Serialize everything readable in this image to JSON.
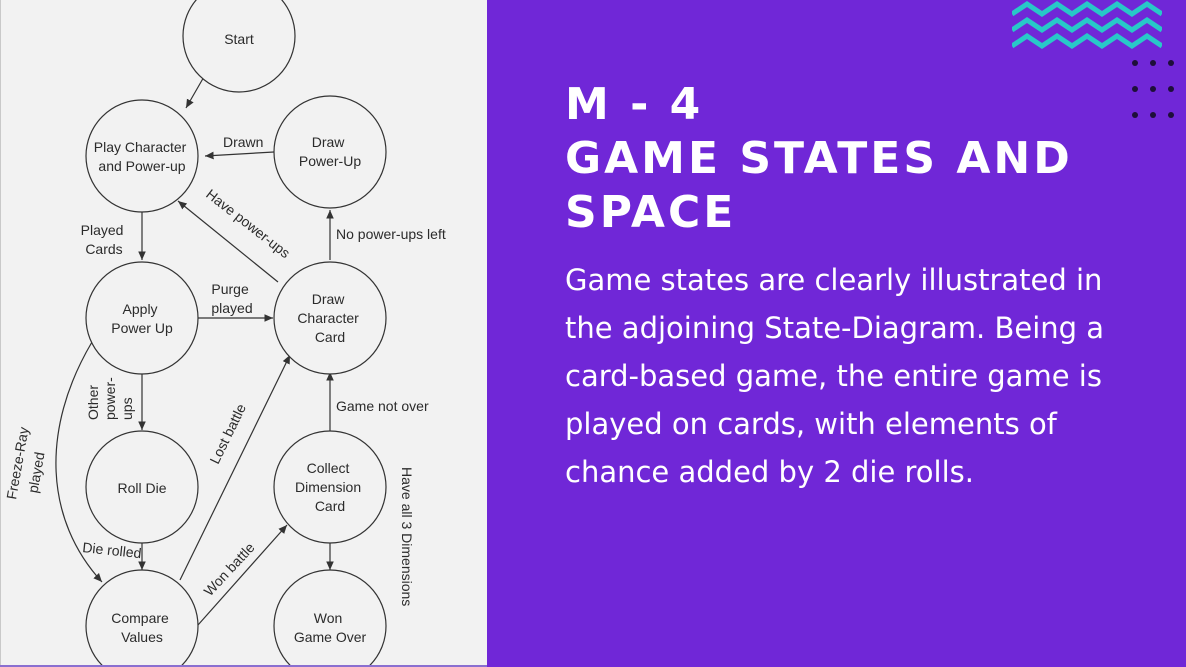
{
  "slide": {
    "title_line1": "M - 4",
    "title_line2": "Game States and Space",
    "body": "Game states are clearly illustrated in the adjoining State-Diagram. Being a card-based game, the entire game is played on cards, with elements of chance added by 2 die rolls."
  },
  "diagram": {
    "nodes": {
      "start": [
        "Start"
      ],
      "play": [
        "Play Character",
        "and Power-up"
      ],
      "draw_powerup": [
        "Draw",
        "Power-Up"
      ],
      "apply": [
        "Apply",
        "Power Up"
      ],
      "draw_char": [
        "Draw",
        "Character",
        "Card"
      ],
      "roll": [
        "Roll Die"
      ],
      "collect": [
        "Collect",
        "Dimension",
        "Card"
      ],
      "compare": [
        "Compare",
        "Values"
      ],
      "won": [
        "Won",
        "Game Over"
      ]
    },
    "edge_labels": {
      "drawn": "Drawn",
      "have_powerups": "Have power-ups",
      "no_powerups_left": "No power-ups left",
      "played_cards": [
        "Played",
        "Cards"
      ],
      "purge_played": [
        "Purge",
        "played"
      ],
      "other_powerups": [
        "Other",
        "power-",
        "ups"
      ],
      "freeze_ray": [
        "Freeze-Ray",
        "played"
      ],
      "lost_battle": "Lost battle",
      "game_not_over": "Game not over",
      "die_rolled": "Die rolled",
      "won_battle": "Won battle",
      "have_all_dimensions": "Have all 3 Dimensions"
    }
  },
  "colors": {
    "accent_purple": "#7027d7",
    "zigzag_teal": "#28c8c8"
  },
  "icons": {
    "zigzag": "zigzag-decoration",
    "dots": "dot-grid-decoration"
  }
}
